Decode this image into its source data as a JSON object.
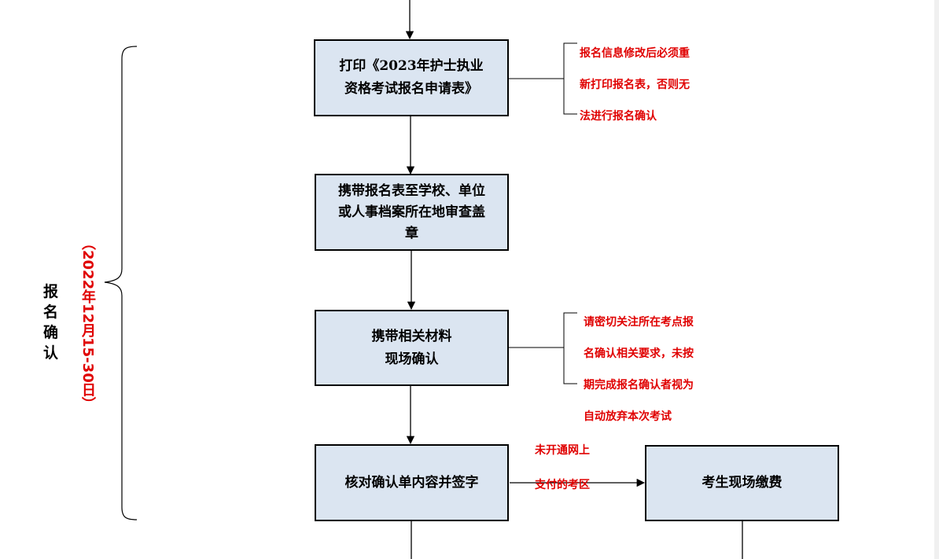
{
  "group": {
    "title_chars": [
      "报",
      "名",
      "确",
      "认"
    ],
    "date_range": "（2022年12月15-30日）"
  },
  "boxes": {
    "print_form": [
      "打印《2023年护士执业",
      "资格考试报名申请表》"
    ],
    "stamp": [
      "携带报名表至学校、单位",
      "或人事档案所在地审查盖",
      "章"
    ],
    "onsite_confirm": [
      "携带相关材料",
      "现场确认"
    ],
    "verify_sign": [
      "核对确认单内容并签字"
    ],
    "pay_onsite": [
      "考生现场缴费"
    ]
  },
  "notes": {
    "print_note": [
      "报名信息修改后必须重",
      "新打印报名表，否则无",
      "法进行报名确认"
    ],
    "confirm_note": [
      "请密切关注所在考点报",
      "名确认相关要求，未按",
      "期完成报名确认者视为",
      "自动放弃本次考试"
    ],
    "payment_note": [
      "未开通网上",
      "支付的考区"
    ]
  },
  "colors": {
    "box_fill": "#dbe5f1",
    "note_text": "#e00000",
    "line": "#000000"
  }
}
